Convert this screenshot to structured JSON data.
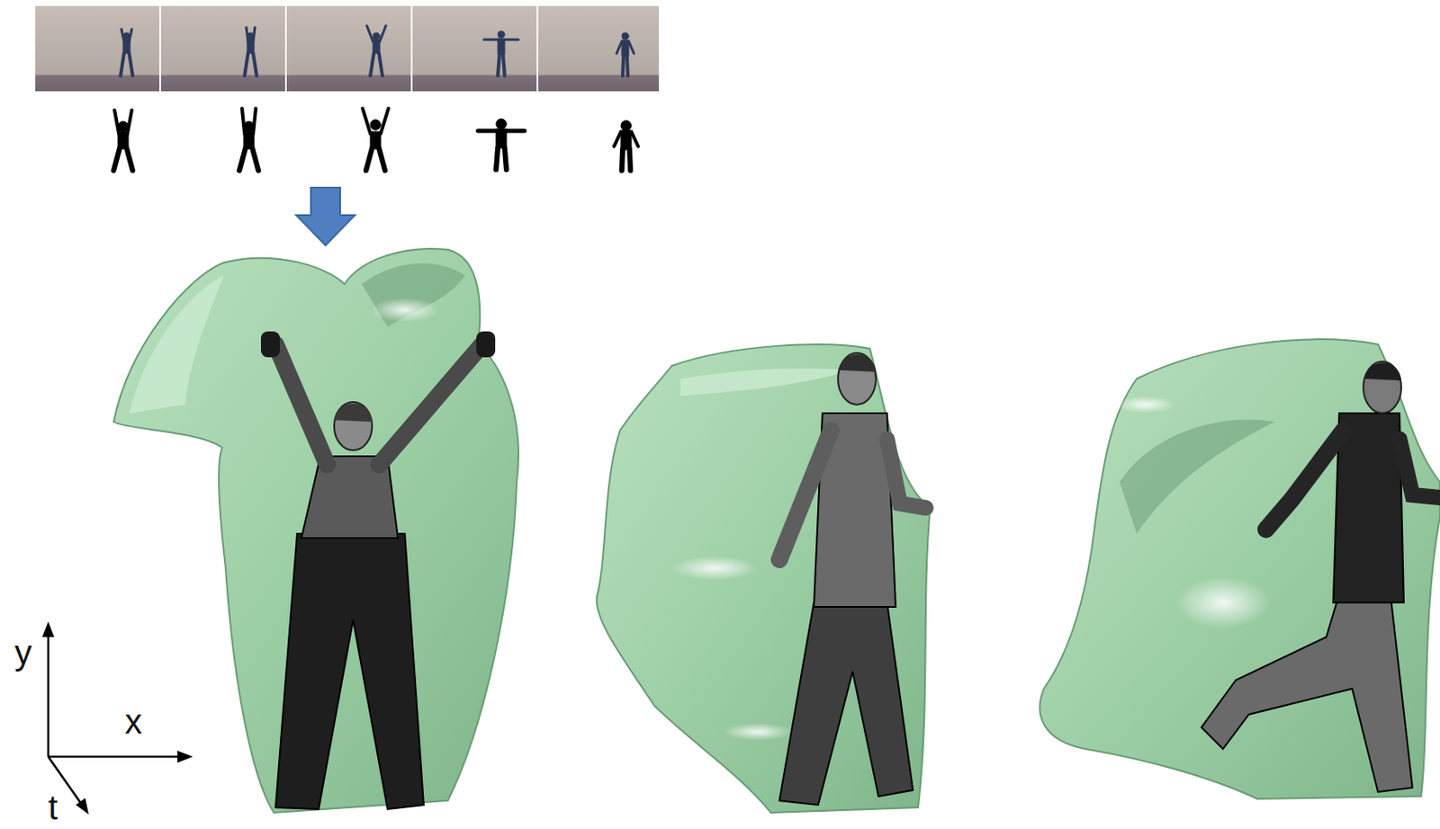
{
  "diagram": {
    "labels": [
      "y",
      "x",
      "t"
    ]
  }
}
